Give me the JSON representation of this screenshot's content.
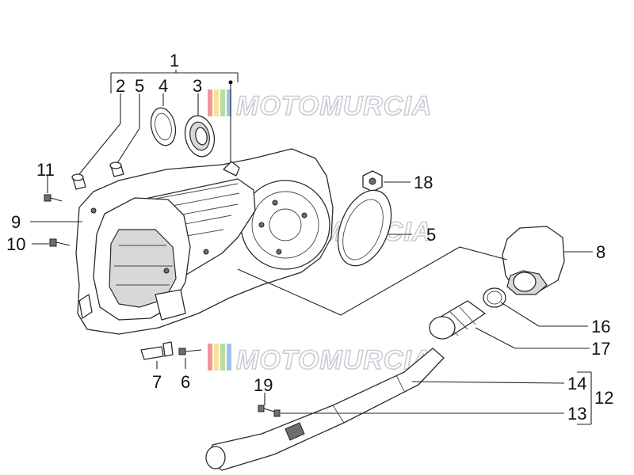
{
  "watermark": {
    "text": "MOTOMURCIA",
    "stripe_colors": [
      "#e8463a",
      "#f2c94c",
      "#7ac24a",
      "#4a90d9"
    ]
  },
  "callouts": {
    "c1": "1",
    "c2": "2",
    "c3": "3",
    "c4": "4",
    "c5a": "5",
    "c5b": "5",
    "c6": "6",
    "c7": "7",
    "c8": "8",
    "c9": "9",
    "c10": "10",
    "c11": "11",
    "c12": "12",
    "c13": "13",
    "c14": "14",
    "c16": "16",
    "c17": "17",
    "c18": "18",
    "c19": "19"
  }
}
